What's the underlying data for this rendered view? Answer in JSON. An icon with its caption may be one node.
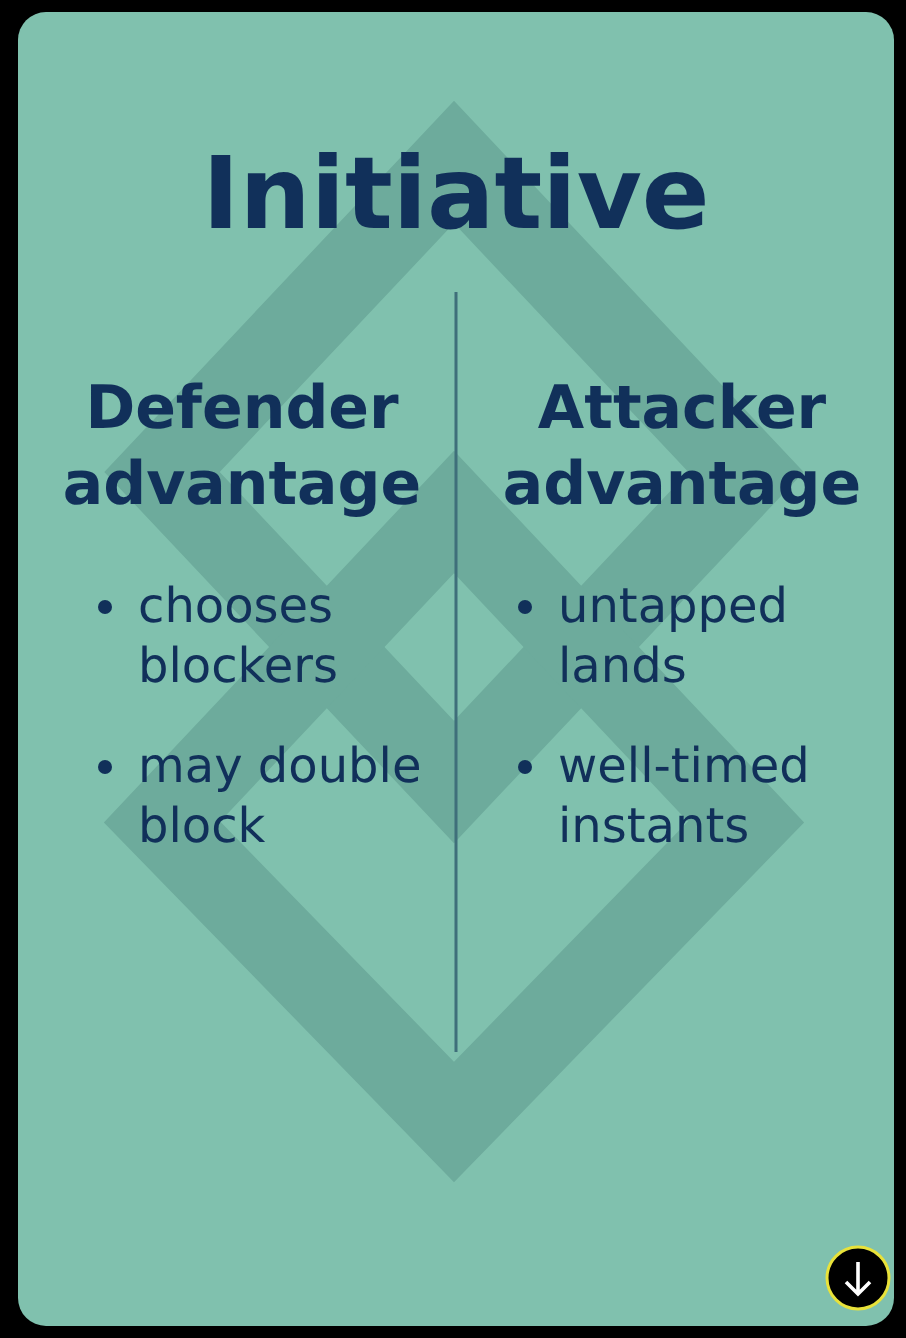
{
  "diagram": {
    "title": "Initiative",
    "labels": [
      "Defender advantage",
      "chooses blockers",
      "may double block",
      "Attacker advantage",
      "untapped lands",
      "well-timed instants"
    ]
  }
}
